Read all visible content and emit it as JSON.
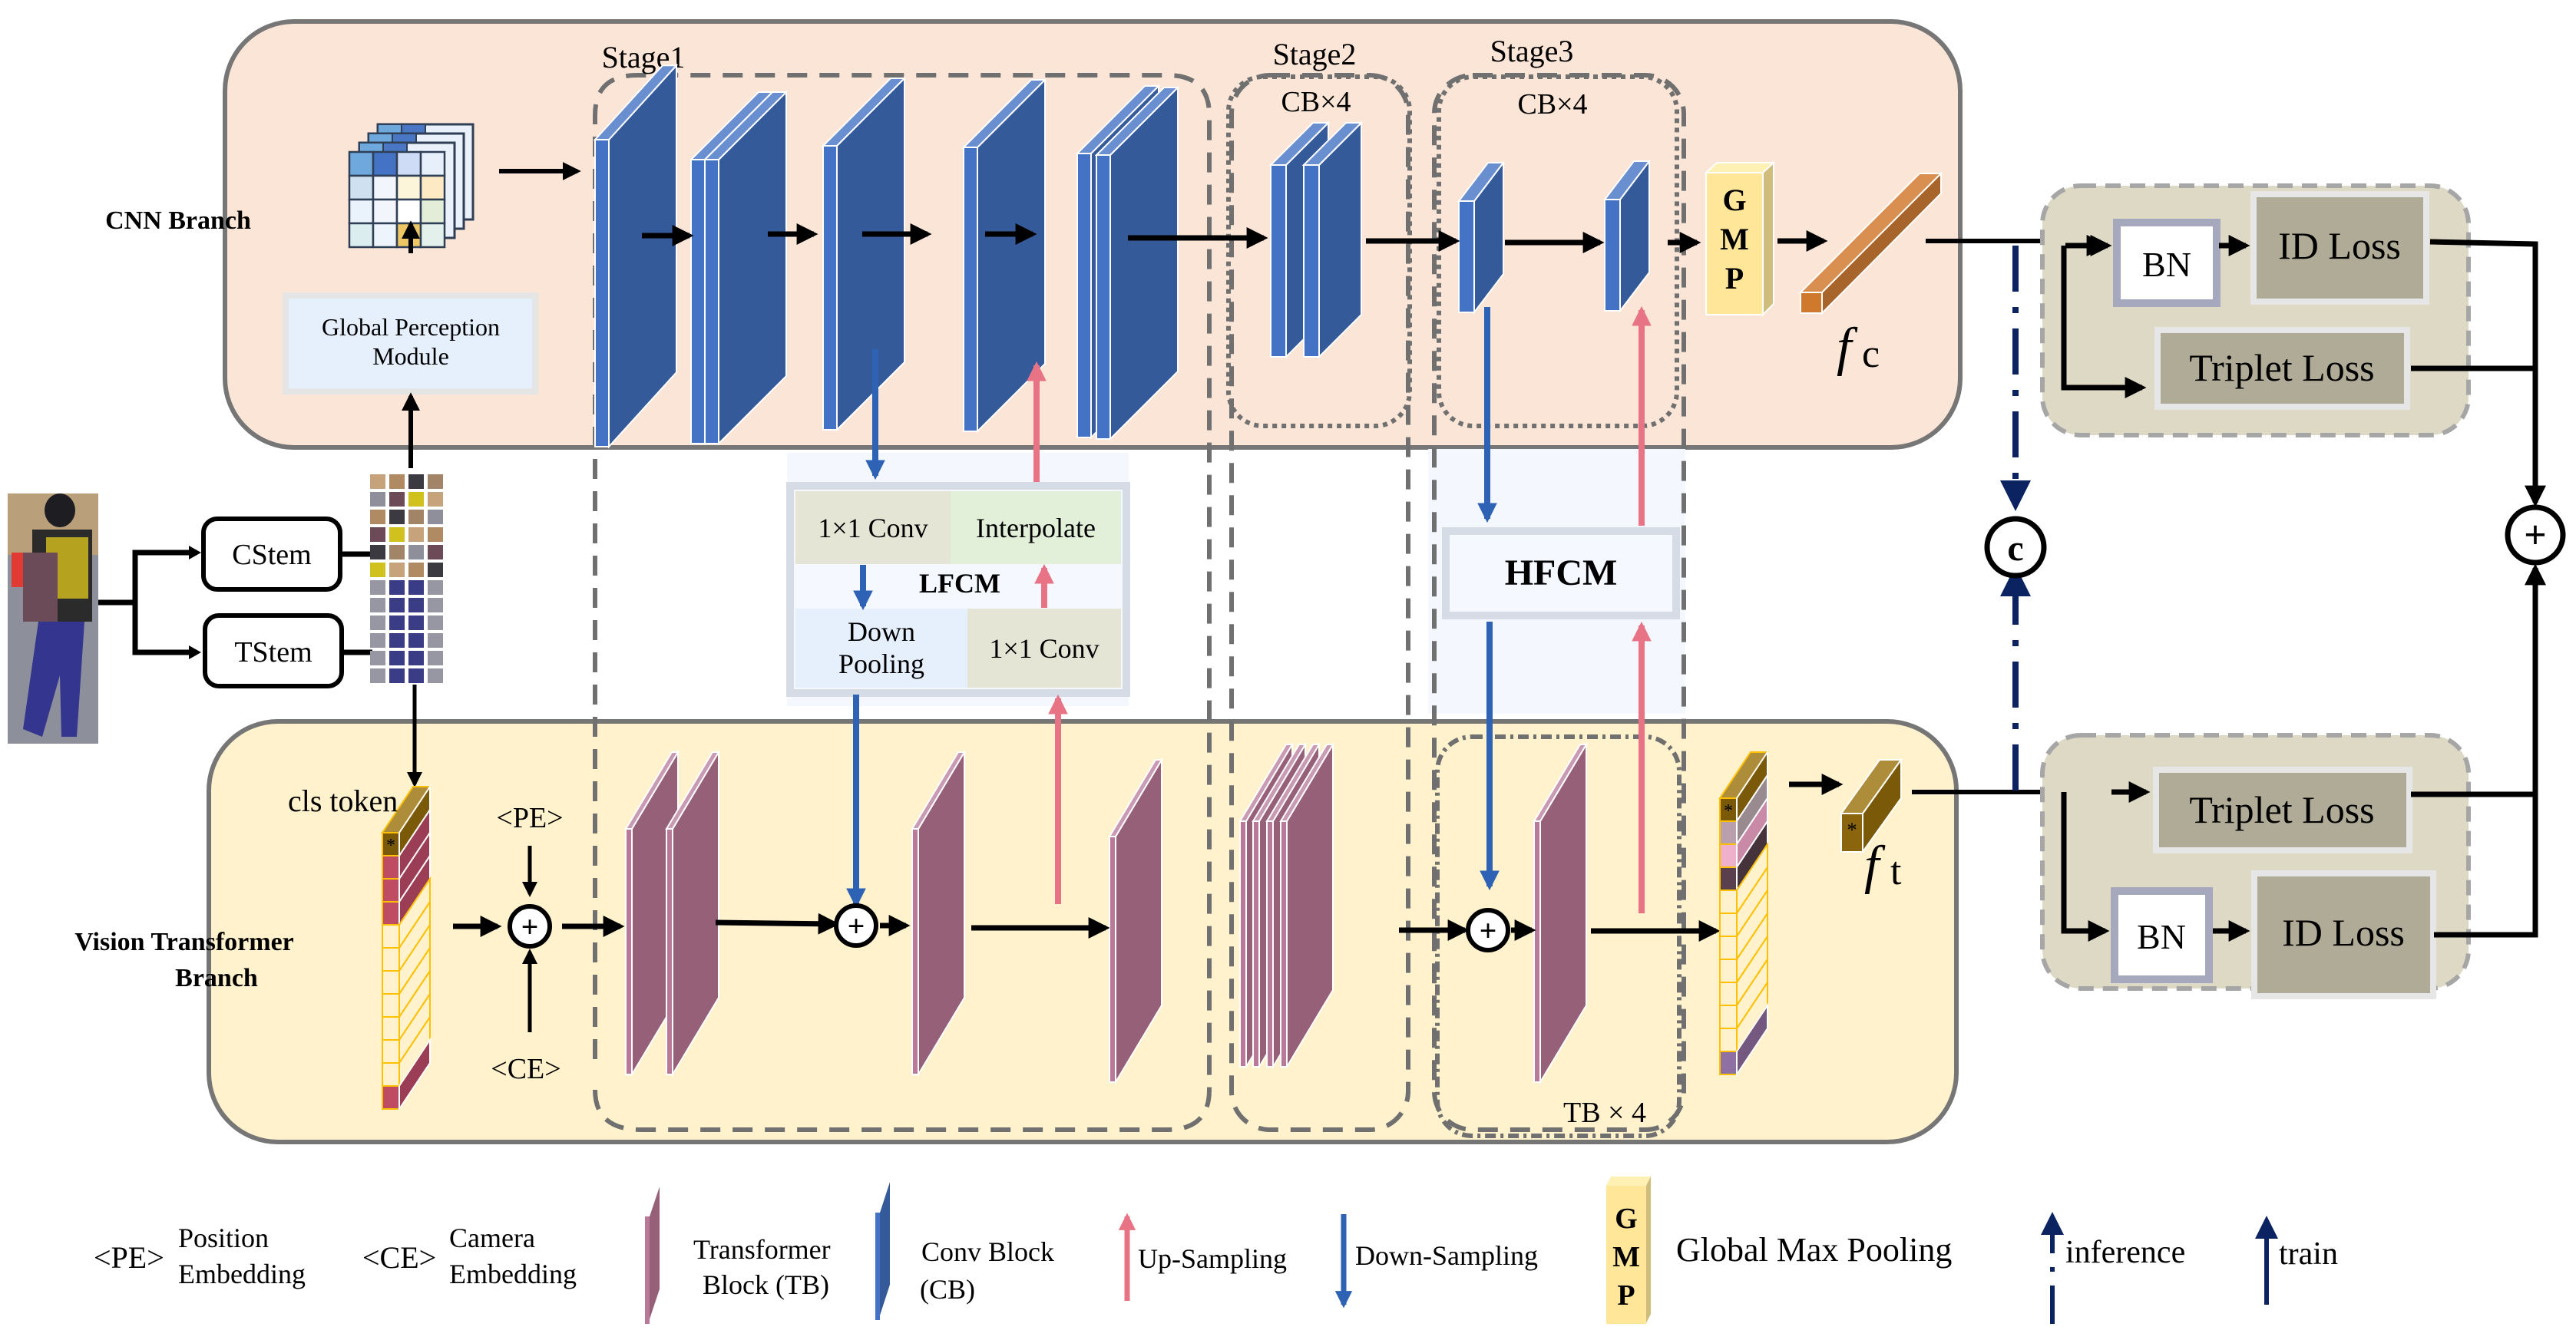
{
  "branches": {
    "cnn": {
      "label": "CNN Branch",
      "fill": "#fbe5d6"
    },
    "vit": {
      "label_line1": "Vision Transformer",
      "label_line2": "Branch",
      "fill": "#fff2cc"
    }
  },
  "stages": {
    "stage1": "Stage1",
    "stage2": "Stage2",
    "stage3": "Stage3",
    "cb_x4_stage2": "CB×4",
    "cb_x4_stage3": "CB×4",
    "tb_x4": "TB × 4"
  },
  "modules": {
    "global_perception": {
      "line1": "Global Perception",
      "line2": "Module"
    },
    "cstem": "CStem",
    "tstem": "TStem",
    "gmp": [
      "G",
      "M",
      "P"
    ],
    "lfcm": {
      "title": "LFCM",
      "conv_top": "1×1 Conv",
      "interpolate": "Interpolate",
      "down_pooling_line1": "Down",
      "down_pooling_line2": "Pooling",
      "conv_bottom": "1×1 Conv"
    },
    "hfcm": "HFCM",
    "cls_token": "cls token",
    "pe": "<PE>",
    "ce": "<CE>",
    "feature_c": {
      "base": "f",
      "sub": "c"
    },
    "feature_t": {
      "base": "f",
      "sub": "t"
    },
    "concat_symbol": "c",
    "sum_symbol": "+"
  },
  "losses": {
    "cnn_head": {
      "bn": "BN",
      "id_loss": "ID Loss",
      "triplet_loss": "Triplet Loss"
    },
    "vit_head": {
      "bn": "BN",
      "id_loss": "ID Loss",
      "triplet_loss": "Triplet Loss"
    }
  },
  "legend": {
    "pe_symbol": "<PE>",
    "pe_line1": "Position",
    "pe_line2": "Embedding",
    "ce_symbol": "<CE>",
    "ce_line1": "Camera",
    "ce_line2": "Embedding",
    "tb_line1": "Transformer",
    "tb_line2": "Block (TB)",
    "cb_line1": "Conv Block",
    "cb_line2": "(CB)",
    "up_sampling": "Up-Sampling",
    "down_sampling": "Down-Sampling",
    "gmp_text": "Global Max Pooling",
    "inference": "inference",
    "train": "train"
  },
  "colors": {
    "conv_front": "#345a9a",
    "conv_side": "#4472c4",
    "conv_top": "#6a8fd0",
    "tb_front": "#956078",
    "tb_side": "#b87a98",
    "tb_top": "#c99ab3",
    "up_arrow": "#e87385",
    "down_arrow": "#2e62b5",
    "inference_line": "#0b2461",
    "loss_box": "#afab97",
    "loss_panel": "#ded9c5",
    "gmp_fill": "#ffe699",
    "fc_bar": "#d98f50"
  }
}
